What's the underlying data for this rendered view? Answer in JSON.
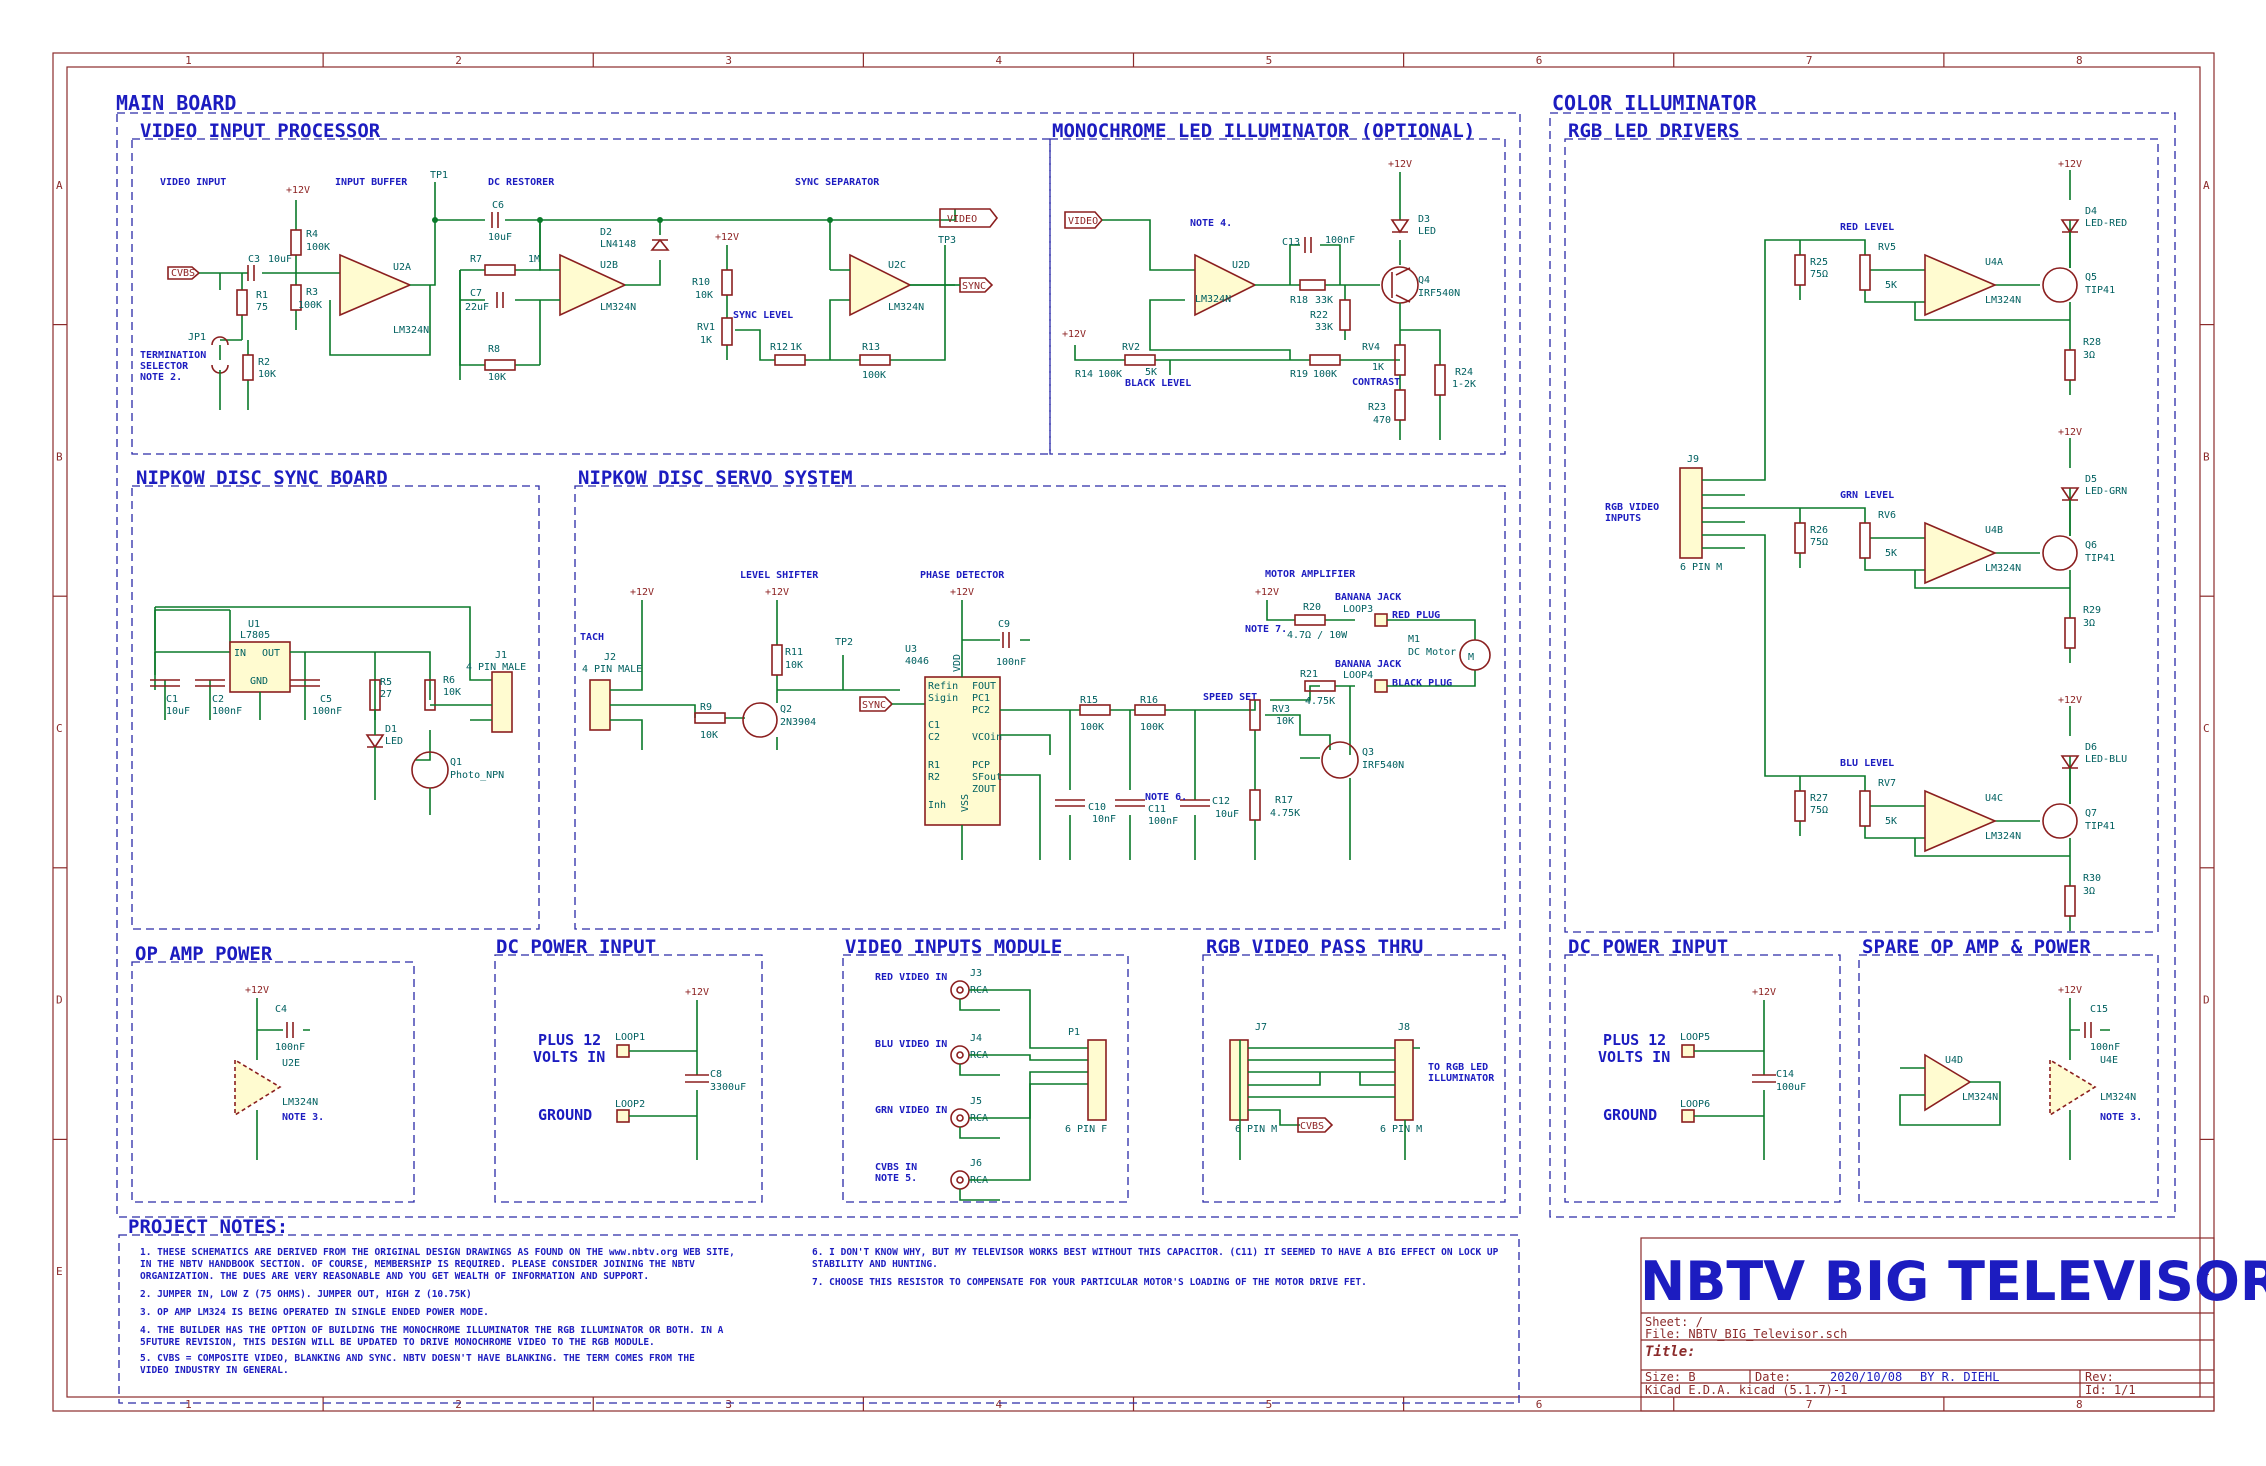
{
  "blocks": {
    "main_board": "MAIN BOARD",
    "video_input_processor": "VIDEO INPUT PROCESSOR",
    "monochrome": "MONOCHROME LED ILLUMINATOR (OPTIONAL)",
    "color_illuminator": "COLOR ILLUMINATOR",
    "rgb_led_drivers": "RGB LED DRIVERS",
    "nipkow_sync": "NIPKOW DISC SYNC BOARD",
    "nipkow_servo": "NIPKOW DISC SERVO SYSTEM",
    "op_amp_power": "OP AMP POWER",
    "dc_power_input_left": "DC POWER INPUT",
    "video_inputs_module": "VIDEO INPUTS MODULE",
    "rgb_pass_thru": "RGB VIDEO PASS THRU",
    "dc_power_input_right": "DC POWER INPUT",
    "spare_op_amp": "SPARE OP AMP & POWER",
    "project_notes": "PROJECT NOTES:"
  },
  "sublabels": {
    "video_input": "VIDEO INPUT",
    "input_buffer": "INPUT BUFFER",
    "dc_restorer": "DC RESTORER",
    "sync_separator": "SYNC SEPARATOR",
    "sync_level": "SYNC LEVEL",
    "termination": "TERMINATION",
    "selector": "SELECTOR",
    "note2": "NOTE 2.",
    "note4": "NOTE 4.",
    "black_level": "BLACK LEVEL",
    "contrast": "CONTRAST",
    "red_level": "RED LEVEL",
    "grn_level": "GRN LEVEL",
    "blu_level": "BLU LEVEL",
    "rgb_video_inputs_1": "RGB VIDEO",
    "rgb_video_inputs_2": "INPUTS",
    "level_shifter": "LEVEL SHIFTER",
    "phase_detector": "PHASE DETECTOR",
    "motor_amplifier": "MOTOR AMPLIFIER",
    "speed_set": "SPEED SET",
    "tach": "TACH",
    "banana_jack": "BANANA JACK",
    "red_plug": "RED PLUG",
    "black_plug": "BLACK PLUG",
    "dc_motor": "DC Motor",
    "note6": "NOTE 6.",
    "note7": "NOTE 7.",
    "note3": "NOTE 3.",
    "note5": "NOTE 5.",
    "plus12": "PLUS 12",
    "volts_in": "VOLTS IN",
    "ground": "GROUND",
    "red_video_in": "RED VIDEO IN",
    "blu_video_in": "BLU VIDEO IN",
    "grn_video_in": "GRN VIDEO IN",
    "cvbs_in": "CVBS IN",
    "to_rgb_1": "TO RGB LED",
    "to_rgb_2": "ILLUMINATOR"
  },
  "nets": {
    "cvbs": "CVBS",
    "video": "VIDEO",
    "sync": "SYNC",
    "plus12": "+12V"
  },
  "notes": [
    "1. THESE SCHEMATICS ARE DERIVED FROM THE ORIGINAL DESIGN DRAWINGS AS FOUND ON THE www.nbtv.org WEB SITE,",
    "IN THE NBTV HANDBOOK SECTION. OF COURSE, MEMBERSHIP IS REQUIRED. PLEASE CONSIDER JOINING THE NBTV",
    "ORGANIZATION. THE DUES ARE VERY REASONABLE AND YOU GET WEALTH OF INFORMATION AND SUPPORT.",
    "2. JUMPER IN, LOW Z (75 OHMS). JUMPER OUT, HIGH Z (10.75K)",
    "3. OP AMP LM324 IS BEING OPERATED IN SINGLE ENDED POWER MODE.",
    "4. THE BUILDER HAS THE OPTION OF BUILDING THE MONOCHROME ILLUMINATOR THE RGB ILLUMINATOR OR BOTH. IN A",
    "5FUTURE REVISION, THIS DESIGN WILL BE UPDATED TO DRIVE MONOCHROME VIDEO TO THE RGB MODULE.",
    "5. CVBS = COMPOSITE VIDEO, BLANKING AND SYNC. NBTV DOESN'T HAVE BLANKING. THE TERM COMES FROM THE",
    "VIDEO INDUSTRY IN GENERAL."
  ],
  "notes_right": [
    "6. I DON'T KNOW WHY, BUT MY TELEVISOR WORKS BEST WITHOUT THIS CAPACITOR. (C11) IT SEEMED TO HAVE A BIG EFFECT ON LOCK UP",
    "STABILITY AND HUNTING.",
    "7. CHOOSE THIS RESISTOR TO COMPENSATE FOR YOUR PARTICULAR MOTOR'S LOADING OF THE MOTOR DRIVE FET."
  ],
  "title_block": {
    "big_title": "NBTV BIG TELEVISOR",
    "sheet": "Sheet: /",
    "file": "File: NBTV_BIG_Televisor.sch",
    "title_label": "Title:",
    "size": "Size: B",
    "date_label": "Date:",
    "date": "2020/10/08",
    "author": "BY R. DIEHL",
    "rev": "Rev:",
    "kicad": "KiCad E.D.A.  kicad (5.1.7)-1",
    "id": "Id: 1/1"
  },
  "frame": {
    "cols": [
      "1",
      "2",
      "3",
      "4",
      "5",
      "6",
      "7",
      "8"
    ],
    "rows": [
      "A",
      "B",
      "C",
      "D",
      "E"
    ]
  },
  "components": {
    "vip": [
      [
        "C3",
        "10uF"
      ],
      [
        "R1",
        "75"
      ],
      [
        "R2",
        "10K"
      ],
      [
        "R3",
        "100K"
      ],
      [
        "R4",
        "100K"
      ],
      [
        "JP1",
        ""
      ],
      [
        "TP1",
        ""
      ],
      [
        "U2A",
        "LM324N"
      ],
      [
        "C6",
        "10uF"
      ],
      [
        "R7",
        "1M"
      ],
      [
        "C7",
        "22uF"
      ],
      [
        "R8",
        "10K"
      ],
      [
        "D2",
        "LN4148"
      ],
      [
        "U2B",
        "LM324N"
      ],
      [
        "R10",
        "10K"
      ],
      [
        "RV1",
        "1K"
      ],
      [
        "R12",
        "1K"
      ],
      [
        "R13",
        "100K"
      ],
      [
        "U2C",
        "LM324N"
      ],
      [
        "TP3",
        ""
      ]
    ],
    "mono": [
      [
        "C13",
        "100nF"
      ],
      [
        "U2D",
        "LM324N"
      ],
      [
        "R18",
        "33K"
      ],
      [
        "R22",
        "33K"
      ],
      [
        "RV2",
        "5K"
      ],
      [
        "R14",
        "100K"
      ],
      [
        "R19",
        "100K"
      ],
      [
        "D3",
        "LED"
      ],
      [
        "Q4",
        "IRF540N"
      ],
      [
        "RV4",
        "1K"
      ],
      [
        "R24",
        "1-2K"
      ],
      [
        "R23",
        "470"
      ]
    ],
    "rgb": [
      [
        "D4",
        "LED-RED"
      ],
      [
        "R25",
        "75Ω"
      ],
      [
        "RV5",
        "5K"
      ],
      [
        "U4A",
        "LM324N"
      ],
      [
        "Q5",
        "TIP41"
      ],
      [
        "R28",
        "3Ω"
      ],
      [
        "J9",
        "6 PIN M"
      ],
      [
        "D5",
        "LED-GRN"
      ],
      [
        "R26",
        "75Ω"
      ],
      [
        "RV6",
        "5K"
      ],
      [
        "U4B",
        "LM324N"
      ],
      [
        "Q6",
        "TIP41"
      ],
      [
        "R29",
        "3Ω"
      ],
      [
        "D6",
        "LED-BLU"
      ],
      [
        "R27",
        "75Ω"
      ],
      [
        "RV7",
        "5K"
      ],
      [
        "U4C",
        "LM324N"
      ],
      [
        "Q7",
        "TIP41"
      ],
      [
        "R30",
        "3Ω"
      ]
    ],
    "sync": [
      [
        "U1",
        "L7805"
      ],
      [
        "C1",
        "10uF"
      ],
      [
        "C2",
        "100nF"
      ],
      [
        "C5",
        "100nF"
      ],
      [
        "R5",
        "27"
      ],
      [
        "D1",
        "LED"
      ],
      [
        "R6",
        "10K"
      ],
      [
        "Q1",
        "Photo_NPN"
      ],
      [
        "J1",
        "4 PIN MALE"
      ]
    ],
    "servo": [
      [
        "J2",
        "4 PIN MALE"
      ],
      [
        "R9",
        "10K"
      ],
      [
        "R11",
        "10K"
      ],
      [
        "Q2",
        "2N3904"
      ],
      [
        "TP2",
        ""
      ],
      [
        "U3",
        "4046"
      ],
      [
        "C9",
        "100nF"
      ],
      [
        "R15",
        "100K"
      ],
      [
        "R16",
        "100K"
      ],
      [
        "C10",
        "10nF"
      ],
      [
        "C11",
        "100nF"
      ],
      [
        "C12",
        "10uF"
      ],
      [
        "RV3",
        "10K"
      ],
      [
        "R17",
        "4.75K"
      ],
      [
        "R20",
        "4.7Ω / 10W"
      ],
      [
        "R21",
        "4.75K"
      ],
      [
        "Q3",
        "IRF540N"
      ],
      [
        "LOOP3",
        ""
      ],
      [
        "LOOP4",
        ""
      ],
      [
        "M1",
        ""
      ]
    ],
    "misc": [
      [
        "C4",
        "100nF"
      ],
      [
        "U2E",
        "LM324N"
      ],
      [
        "LOOP1",
        ""
      ],
      [
        "LOOP2",
        ""
      ],
      [
        "C8",
        "3300uF"
      ],
      [
        "J3",
        "RCA"
      ],
      [
        "J4",
        "RCA"
      ],
      [
        "J5",
        "RCA"
      ],
      [
        "J6",
        "RCA"
      ],
      [
        "P1",
        "6 PIN F"
      ],
      [
        "J7",
        "6 PIN M"
      ],
      [
        "J8",
        "6 PIN M"
      ],
      [
        "LOOP5",
        ""
      ],
      [
        "LOOP6",
        ""
      ],
      [
        "C14",
        "100uF"
      ],
      [
        "U4D",
        "LM324N"
      ],
      [
        "C15",
        "100nF"
      ],
      [
        "U4E",
        "LM324N"
      ]
    ]
  },
  "u3_pins": [
    "Refin",
    "Sigin",
    "C1",
    "C2",
    "R1",
    "R2",
    "Inh",
    "VDD",
    "FOUT",
    "PC1",
    "PC2",
    "VCOin",
    "PCP",
    "SFout",
    "ZOUT",
    "VSS"
  ],
  "colors": {
    "frame": "#8b2b2b",
    "block": "#2a2aa8",
    "wire": "#0a7a2a",
    "component": "#8b1f1f",
    "component_fill": "#fffbd0",
    "text": "#1c1cc0",
    "ref": "#006060"
  }
}
